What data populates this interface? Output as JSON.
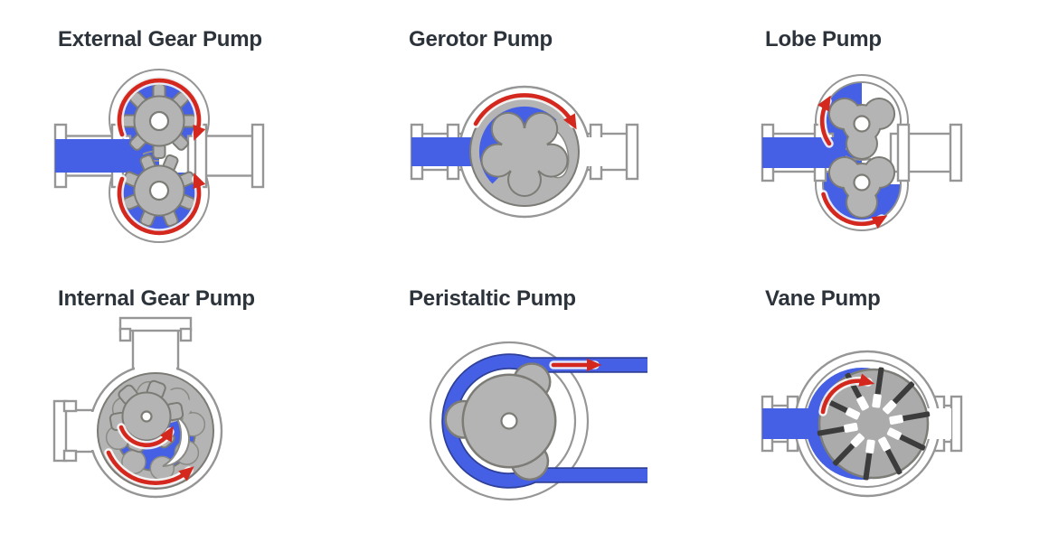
{
  "palette": {
    "background": "#ffffff",
    "fluid_blue": "#4560e4",
    "rotor_gray": "#b4b4b4",
    "rotor_outline": "#7c7b76",
    "housing_stroke": "#969696",
    "vane_dark": "#3c3c3c",
    "arrow_red": "#d4281e",
    "title_color": "#2d333a"
  },
  "pumps": [
    {
      "id": "external-gear-pump",
      "title": "External Gear Pump"
    },
    {
      "id": "gerotor-pump",
      "title": "Gerotor Pump"
    },
    {
      "id": "lobe-pump",
      "title": "Lobe Pump"
    },
    {
      "id": "internal-gear-pump",
      "title": "Internal Gear Pump"
    },
    {
      "id": "peristaltic-pump",
      "title": "Peristaltic Pump"
    },
    {
      "id": "vane-pump",
      "title": "Vane Pump"
    }
  ]
}
